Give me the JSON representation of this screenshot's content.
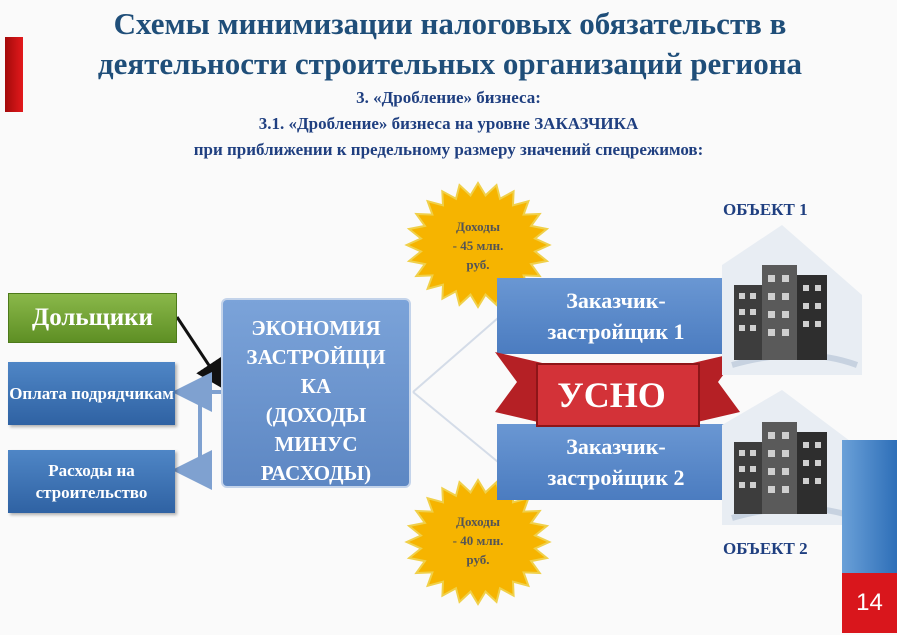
{
  "title": {
    "line1": "Схемы минимизации налоговых обязательств в",
    "line2": "деятельности строительных организаций региона"
  },
  "subtitle": {
    "line1": "3.  «Дробление» бизнеса:",
    "line2": "3.1. «Дробление» бизнеса на уровне ЗАКАЗЧИКА",
    "line3": "при приближении к предельному размеру значений спецрежимов:"
  },
  "left": {
    "investors": "Дольщики",
    "payment": "Оплата подрядчикам",
    "expenses": "Расходы на строительство"
  },
  "center": {
    "lines": [
      "ЭКОНОМИЯ",
      "ЗАСТРОЙЩИ",
      "КА",
      "(ДОХОДЫ",
      "МИНУС",
      "РАСХОДЫ)"
    ]
  },
  "contractors": {
    "c1_line1": "Заказчик-",
    "c1_line2": "застройщик 1",
    "c2_line1": "Заказчик-",
    "c2_line2": "застройщик 2"
  },
  "regime": "УСНО",
  "stars": {
    "top": [
      "Доходы",
      "- 45 млн.",
      "руб."
    ],
    "bottom": [
      "Доходы",
      "- 40 млн.",
      "руб."
    ]
  },
  "objects": {
    "obj1": "ОБЪЕКТ 1",
    "obj2": "ОБЪЕКТ 2"
  },
  "page_number": "14",
  "colors": {
    "title": "#1f4e79",
    "green_box": "#6fa23a",
    "blue_box": "#3a6fb3",
    "ribbon": "#c9282d",
    "star": "#f6b400"
  }
}
